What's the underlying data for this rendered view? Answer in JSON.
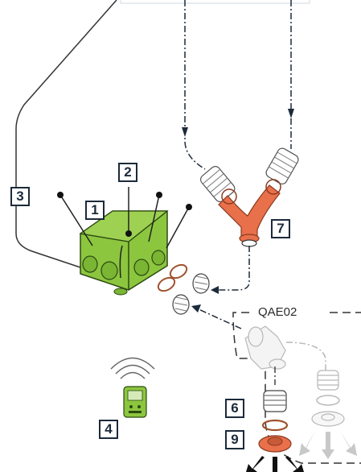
{
  "callouts": [
    "1",
    "2",
    "3",
    "4",
    "6",
    "7",
    "9"
  ],
  "group_label": "QAE02",
  "colors": {
    "box_green": "#8cc63f",
    "fitting_orange": "#e8704a",
    "outline": "#1c2a3a",
    "ghost": "#b8b8b8"
  },
  "icons": [
    "junction-box",
    "y-connector",
    "wireless-controller",
    "hose-fitting",
    "clamp-ring",
    "outlet-valve",
    "airflow-arrow"
  ]
}
